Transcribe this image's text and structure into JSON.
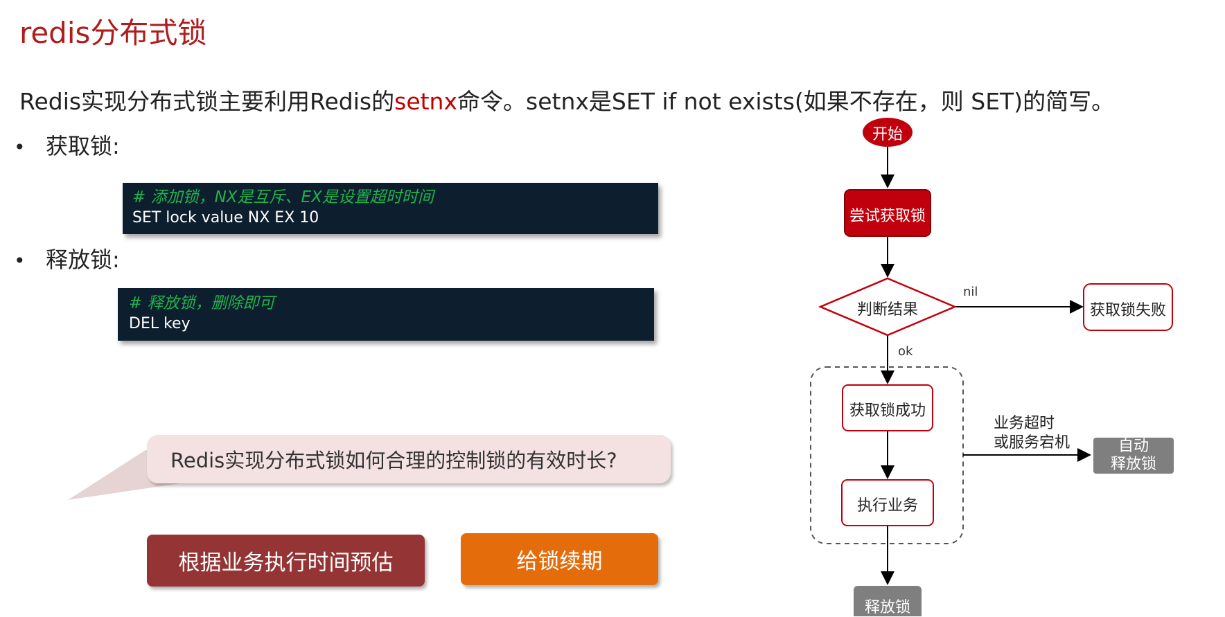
{
  "title": "redis分布式锁",
  "intro": {
    "before": "Redis实现分布式锁主要利用Redis的",
    "highlight": "setnx",
    "after": "命令。setnx是SET if not exists(如果不存在，则 SET)的简写。"
  },
  "acquire": {
    "bullet": "•",
    "label": "获取锁:",
    "code_comment": "# 添加锁，NX是互斥、EX是设置超时时间",
    "code_line": "SET lock value NX EX 10"
  },
  "release": {
    "bullet": "•",
    "label": "释放锁:",
    "code_comment": "# 释放锁，删除即可",
    "code_line": "DEL key"
  },
  "callout": "Redis实现分布式锁如何合理的控制锁的有效时长?",
  "buttons": {
    "estimate": "根据业务执行时间预估",
    "renew": "给锁续期"
  },
  "flowchart": {
    "start": "开始",
    "try_lock": "尝试获取锁",
    "judge": "判断结果",
    "nil_label": "nil",
    "fail": "获取锁失败",
    "ok_label": "ok",
    "success": "获取锁成功",
    "execute": "执行业务",
    "timeout_line1": "业务超时",
    "timeout_line2": "或服务宕机",
    "auto_line1": "自动",
    "auto_line2": "释放锁",
    "release": "释放锁"
  },
  "colors": {
    "title": "#b01c1c",
    "highlight": "#c00000",
    "code_bg": "#0d1e2e",
    "code_comment": "#22b24c",
    "btn_estimate": "#953434",
    "btn_renew": "#e46c0a",
    "flow_red": "#c0000c",
    "flow_gray": "#7f7f7f"
  }
}
